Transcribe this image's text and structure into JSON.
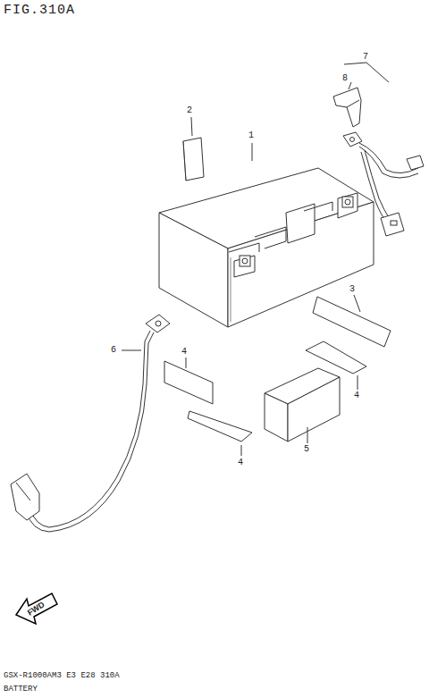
{
  "diagram": {
    "title": "FIG.310A",
    "caption": "BATTERY",
    "labels": [
      "7",
      "8",
      "2",
      "1",
      "3",
      "6",
      "4",
      "4",
      "4",
      "5",
      "FWD",
      "GSX-R1000AM3 E3 E28 310A"
    ]
  }
}
